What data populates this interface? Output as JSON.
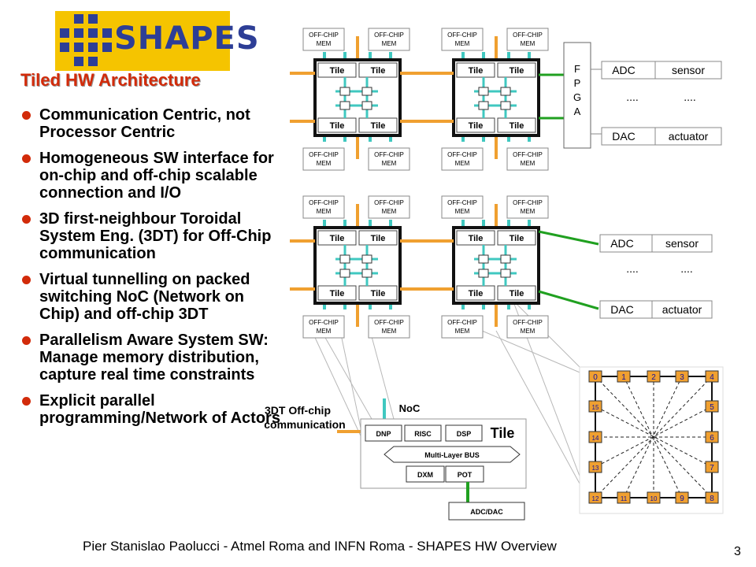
{
  "logo": {
    "text": "SHAPES",
    "colors": {
      "background": "#f5c400",
      "mark": "#2d3e96"
    }
  },
  "title": "Tiled HW Architecture",
  "bullets": [
    "Communication Centric, not Processor Centric",
    "Homogeneous SW interface for on-chip and off-chip scalable connection and I/O",
    "3D first-neighbour Toroidal System Eng. (3DT) for Off-Chip communication",
    "Virtual tunnelling on packed switching NoC (Network on Chip) and off-chip 3DT",
    "Parallelism Aware System SW: Manage memory distribution, capture real time constraints",
    "Explicit parallel programming/Network of Actors"
  ],
  "diagram": {
    "mem_line1": "OFF-CHIP",
    "mem_line2": "MEM",
    "tile_label": "Tile",
    "fpga_letters": [
      "F",
      "P",
      "G",
      "A"
    ],
    "adc": "ADC",
    "dac": "DAC",
    "sensor": "sensor",
    "actuator": "actuator",
    "dots": "....",
    "offchip_label_1": "3DT Off-chip",
    "offchip_label_2": "communication",
    "noc": "NoC",
    "tile_detail_title": "Tile",
    "blocks": [
      "DNP",
      "RISC",
      "DSP"
    ],
    "bus": "Multi-Layer BUS",
    "lower_blocks": [
      "DXM",
      "POT"
    ],
    "adc_dac": "ADC/DAC",
    "ring_nodes": [
      "0",
      "1",
      "2",
      "3",
      "4",
      "5",
      "6",
      "7",
      "8",
      "9",
      "10",
      "11",
      "12",
      "13",
      "14",
      "15"
    ],
    "colors": {
      "orange": "#f0a030",
      "teal": "#40c8c0",
      "green": "#20a020",
      "node": "#f0a030",
      "node_text": "#1010a0"
    }
  },
  "footer": "Pier Stanislao Paolucci - Atmel Roma and INFN Roma -  SHAPES HW Overview",
  "page_number": "3"
}
